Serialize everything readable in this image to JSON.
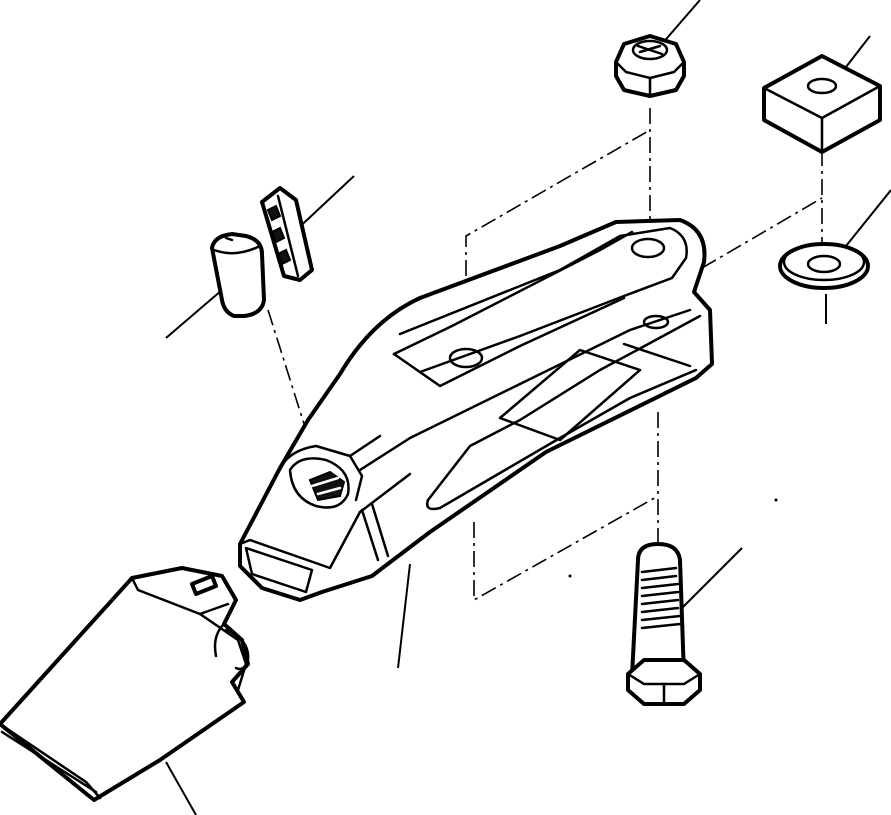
{
  "diagram": {
    "type": "exploded-parts-view",
    "parts": [
      {
        "id": "adapter-shank",
        "icon": "adapter-shank-icon"
      },
      {
        "id": "tooth-point",
        "icon": "tooth-point-icon"
      },
      {
        "id": "lock-pin",
        "icon": "lock-pin-icon"
      },
      {
        "id": "retainer",
        "icon": "retainer-icon"
      },
      {
        "id": "nut",
        "icon": "hex-nut-icon"
      },
      {
        "id": "spacer-block",
        "icon": "square-block-icon"
      },
      {
        "id": "washer",
        "icon": "washer-icon"
      },
      {
        "id": "bolt",
        "icon": "bolt-icon"
      }
    ],
    "colors": {
      "line": "#000000",
      "background": "#ffffff"
    }
  }
}
